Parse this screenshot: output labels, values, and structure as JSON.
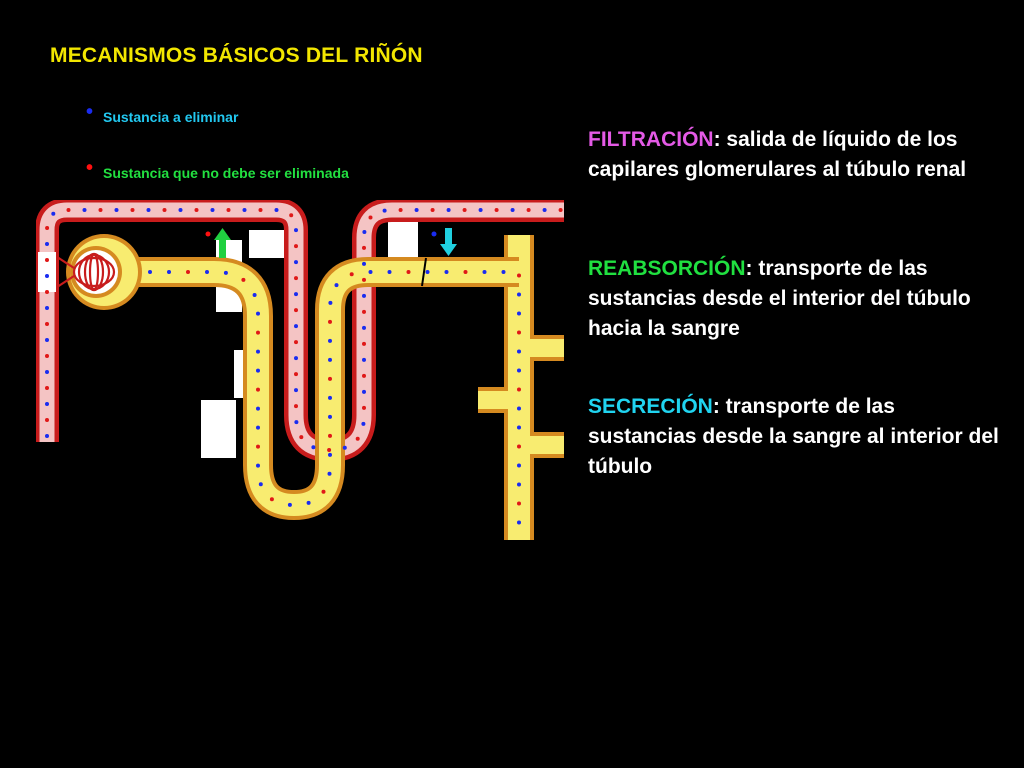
{
  "title": "MECANISMOS BÁSICOS DEL RIÑÓN",
  "legend": [
    {
      "label": "Sustancia a eliminar",
      "dot_color": "#1a2cf0",
      "text_color": "#22c8f0"
    },
    {
      "label": "Sustancia que no debe ser eliminada",
      "dot_color": "#ff1010",
      "text_color": "#22e040"
    }
  ],
  "descriptions": [
    {
      "term": "FILTRACIÓN",
      "text": ": salida de líquido de los capilares glomerulares al túbulo renal",
      "term_color": "#e45ae6"
    },
    {
      "term": "REABSORCIÓN",
      "text": ": transporte de las sustancias desde el interior del túbulo hacia la sangre",
      "term_color": "#20e040"
    },
    {
      "term": "SECRECIÓN",
      "text": ": transporte de las sustancias desde la sangre al interior del túbulo",
      "term_color": "#20d4f0"
    }
  ],
  "colors": {
    "background": "#000000",
    "title": "#f2e600",
    "vessel_outer": "#c81c1c",
    "vessel_inner": "#f4c4c4",
    "tubule_outer": "#d58a20",
    "tubule_inner": "#f8ec70",
    "reabsorption_arrow": "#20d040",
    "secretion_arrow": "#20d0e0"
  }
}
